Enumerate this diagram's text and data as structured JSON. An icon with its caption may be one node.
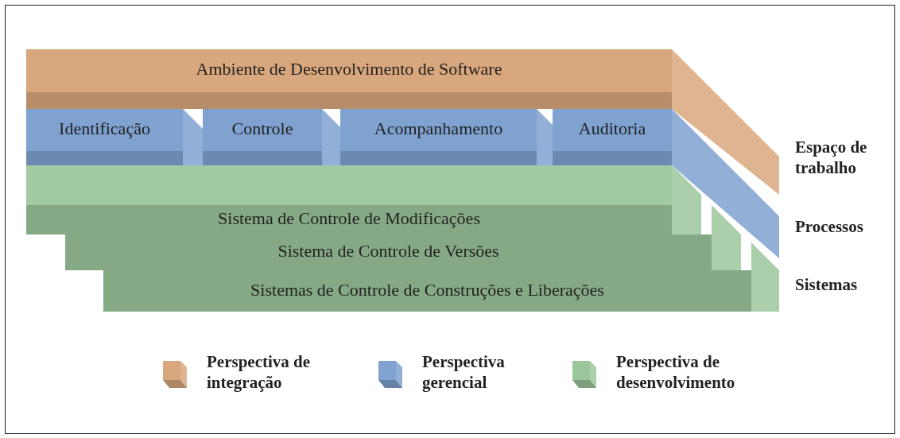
{
  "diagram": {
    "nodes": [
      {
        "text": [
          "Ambiente de Desenvolvimento de Software"
        ]
      },
      {
        "text": [
          "Identificação"
        ]
      },
      {
        "text": [
          "Controle"
        ]
      },
      {
        "text": [
          "Acompanhamento"
        ]
      },
      {
        "text": [
          "Auditoria"
        ]
      },
      {
        "text": [
          "Sistema de Controle de Modificações"
        ]
      },
      {
        "text": [
          "Sistema de Controle de Versões"
        ]
      },
      {
        "text": [
          "Sistemas de Controle de Construções e Liberações"
        ]
      }
    ],
    "labels": [
      "Espaço de trabalho",
      "Processos",
      "Sistemas"
    ],
    "legend": [
      {
        "text": "Perspectiva de integração",
        "color": "#d9a77d"
      },
      {
        "text": "Perspectiva gerencial",
        "color": "#7fa2d0"
      },
      {
        "text": "Perspectiva de desenvolvimento",
        "color": "#9cc79c"
      }
    ]
  }
}
